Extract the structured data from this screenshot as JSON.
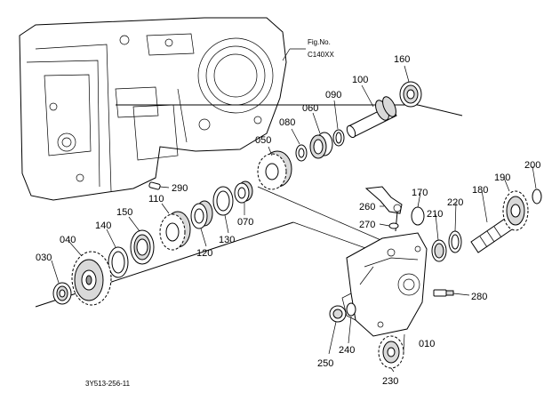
{
  "figure": {
    "fig_no_label": "Fig.No.",
    "fig_no_value": "C140XX",
    "drawing_id": "3Y513-256-11"
  },
  "callouts": [
    "010",
    "030",
    "040",
    "050",
    "060",
    "070",
    "080",
    "090",
    "100",
    "110",
    "120",
    "130",
    "140",
    "150",
    "160",
    "170",
    "180",
    "190",
    "200",
    "210",
    "220",
    "230",
    "240",
    "250",
    "260",
    "270",
    "280",
    "290"
  ],
  "colors": {
    "line": "#000000",
    "background": "#ffffff"
  }
}
